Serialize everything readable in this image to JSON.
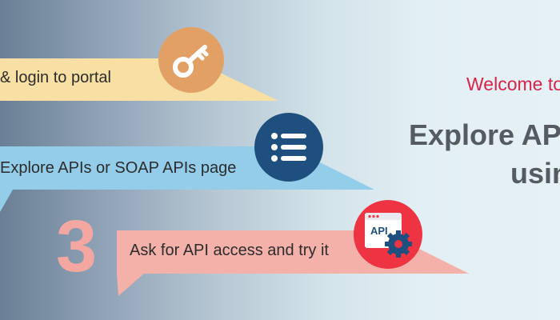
{
  "steps": [
    {
      "number": "",
      "label": "& login to portal",
      "icon": "key-icon",
      "banner_color": "#f8dfa3",
      "icon_color": "#e3a064"
    },
    {
      "number": "",
      "label": "Explore APIs or SOAP APIs page",
      "icon": "list-icon",
      "banner_color": "#93cdea",
      "icon_color": "#1f4f7f"
    },
    {
      "number": "3",
      "label": "Ask for API access and try it",
      "icon": "api-settings-icon",
      "icon_text": "API",
      "banner_color": "#f4b1aa",
      "icon_color": "#ee3342"
    }
  ],
  "hero": {
    "welcome": "Welcome to",
    "line1": "Explore APIs",
    "line2": "usin"
  },
  "colors": {
    "accent_red": "#d8234a",
    "heading_gray": "#555b61",
    "number_pink": "#f4a7a0"
  }
}
